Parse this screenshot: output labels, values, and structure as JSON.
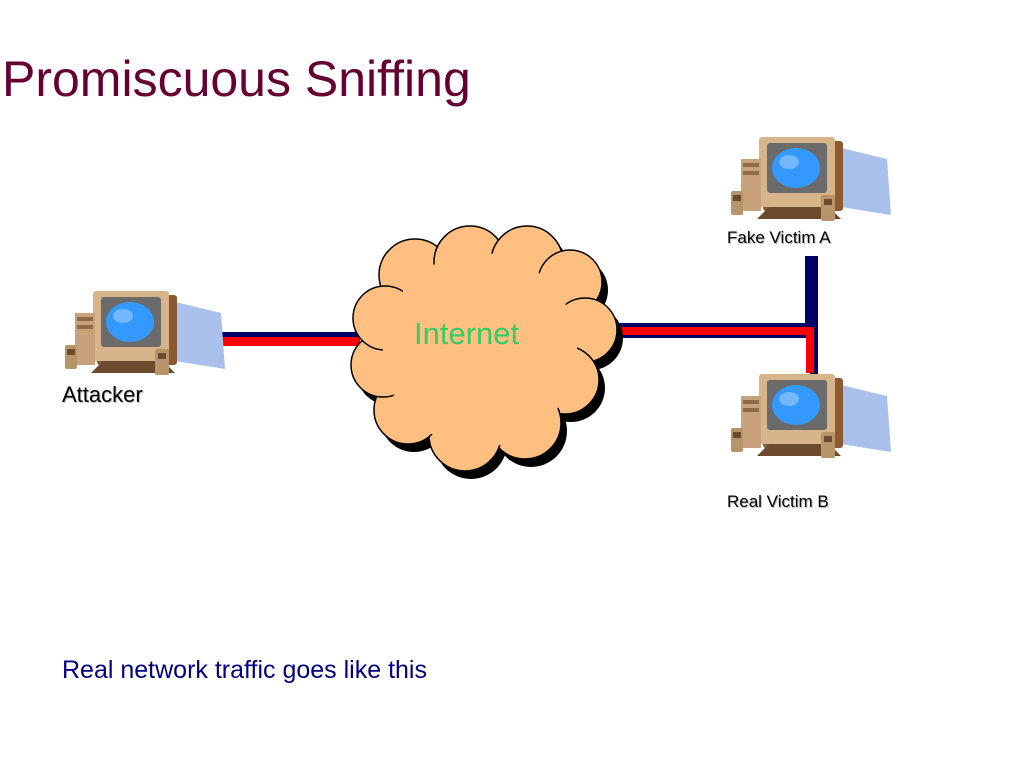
{
  "slide": {
    "title": "Promiscuous Sniffing",
    "caption": "Real network traffic goes like this"
  },
  "nodes": {
    "attacker": {
      "label": "Attacker"
    },
    "fake_victim": {
      "label": "Fake Victim A"
    },
    "real_victim": {
      "label": "Real Victim B"
    },
    "internet": {
      "label": "Internet"
    }
  },
  "colors": {
    "title": "#660033",
    "caption": "#000080",
    "internet_text": "#33cc66",
    "cloud_fill": "#ffbf80",
    "traffic_line": "#ff0000",
    "network_line": "#000066",
    "monitor_screen": "#3399ff",
    "computer_case": "#c8a27a"
  },
  "icons": [
    "computer-icon",
    "cloud-icon"
  ]
}
